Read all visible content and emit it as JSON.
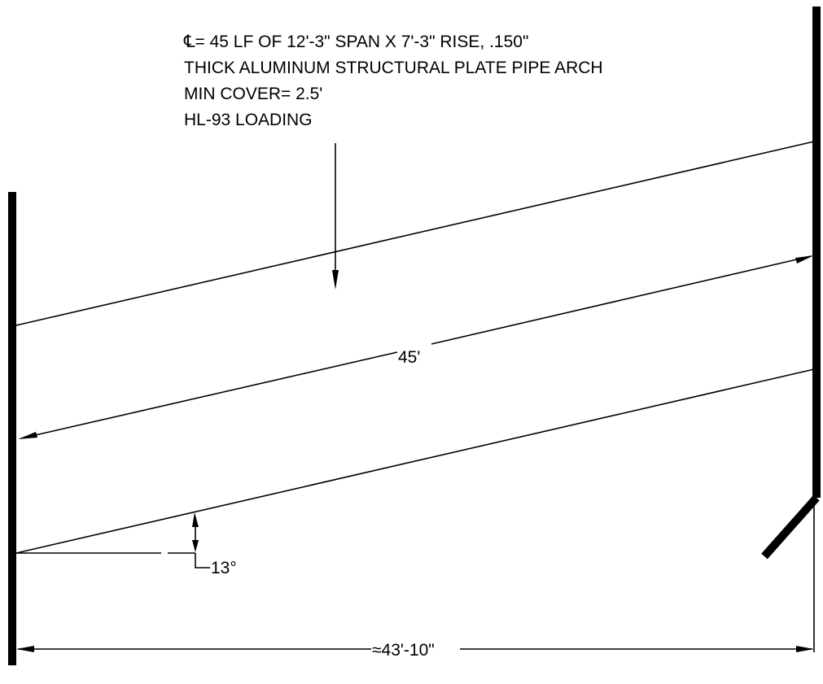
{
  "note": {
    "lines": [
      "℄= 45 LF OF 12'-3\" SPAN X 7'-3\" RISE, .150\"",
      "THICK ALUMINUM STRUCTURAL PLATE PIPE ARCH",
      "MIN COVER= 2.5'",
      "HL-93 LOADING"
    ]
  },
  "dimensions": {
    "pipe_length": "45'",
    "skew_angle": "13°",
    "horizontal_length": "≈43'-10\""
  },
  "colors": {
    "line": "#000000",
    "background": "#ffffff"
  }
}
